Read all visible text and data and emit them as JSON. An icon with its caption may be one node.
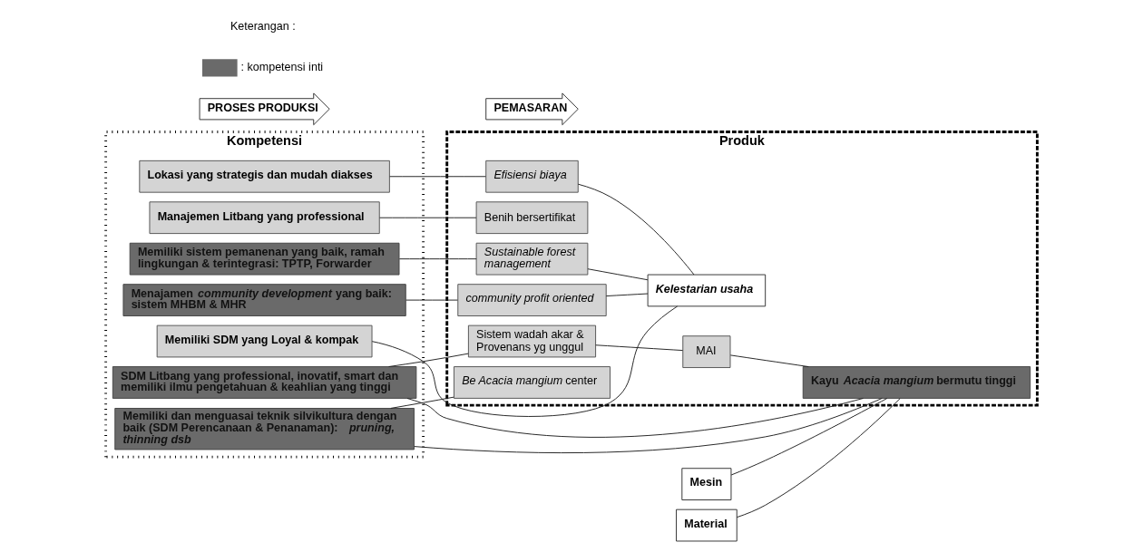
{
  "diagram": {
    "nodes": [
      {
        "text": [
          "Kompetensi"
        ]
      },
      {
        "text": [
          "SDM Litbang yang professional, inovatif, smart dan memiliki ilmu pengetahuan & keahlian yang tinggi"
        ],
        "in": 0
      },
      {
        "text": [
          "Manajemen Litbang yang professional"
        ],
        "in": 0
      },
      {
        "text": [
          "Memiliki dan menguasai teknik silvikultura dengan baik (SDM Perencanaan & Penanaman): *pruning, thinning dsb*"
        ],
        "in": 0
      },
      {
        "text": [
          "Memiliki sistem pemanenan yang baik, ramah lingkungan & terintegrasi: TPTP, Forwarder"
        ],
        "in": 0
      },
      {
        "text": [
          "Menajamen *community development* yang baik: sistem MHBM & MHR"
        ],
        "in": 0
      },
      {
        "text": [
          "Lokasi yang strategis dan mudah diakses"
        ],
        "in": 0
      },
      {
        "text": [
          "Memiliki SDM yang Loyal & kompak"
        ],
        "in": 0
      },
      {
        "text": [
          "Produk"
        ]
      },
      {
        "text": [
          "Sistem wadah akar & Provenans yg unggul"
        ],
        "in": 8
      },
      {
        "text": [
          "Benih bersertifikat"
        ],
        "in": 8
      },
      {
        "text": [
          "*Be Acacia mangium* center"
        ],
        "in": 8
      },
      {
        "text": [
          "MAI"
        ],
        "in": 8
      },
      {
        "text": [
          "Kayu *Acacia mangium* bermutu tinggi"
        ],
        "in": 8
      },
      {
        "text": [
          "Sustainable forest management"
        ],
        "in": 8
      },
      {
        "text": [
          "community profit oriented"
        ],
        "in": 8
      },
      {
        "text": [
          "Kelestarian usaha"
        ],
        "in": 8
      },
      {
        "text": [
          "Efisiensi biaya"
        ],
        "in": 8
      },
      {
        "text": [
          "Mesin"
        ]
      },
      {
        "text": [
          "Material"
        ]
      },
      {
        "text": [
          "PROSES PRODUKSI"
        ]
      },
      {
        "text": [
          "PEMASARAN"
        ]
      }
    ],
    "edges": [
      {
        "from": 1,
        "to": 9,
        "arrow": "none"
      },
      {
        "from": 2,
        "to": 10,
        "arrow": "none"
      },
      {
        "from": 3,
        "to": 11,
        "arrow": "none"
      },
      {
        "from": 1,
        "to": 13,
        "arrow": "none"
      },
      {
        "from": 3,
        "to": 13,
        "arrow": "none"
      },
      {
        "from": 18,
        "to": 13,
        "arrow": "none"
      },
      {
        "from": 19,
        "to": 13,
        "arrow": "none"
      },
      {
        "from": 4,
        "to": 14,
        "arrow": "none"
      },
      {
        "from": 5,
        "to": 15,
        "arrow": "none"
      },
      {
        "from": 6,
        "to": 17,
        "arrow": "none"
      },
      {
        "from": 7,
        "to": 16,
        "arrow": "none"
      },
      {
        "from": 9,
        "to": 12,
        "arrow": "none"
      },
      {
        "from": 12,
        "to": 13,
        "arrow": "none"
      },
      {
        "from": 14,
        "to": 16,
        "arrow": "none"
      },
      {
        "from": 15,
        "to": 16,
        "arrow": "none"
      },
      {
        "from": 17,
        "to": 16,
        "arrow": "none"
      }
    ],
    "labels": [
      "Keterangan :"
    ],
    "legend": [
      {
        "text": ": kompetensi inti",
        "color": "#6a6a6a"
      }
    ]
  }
}
